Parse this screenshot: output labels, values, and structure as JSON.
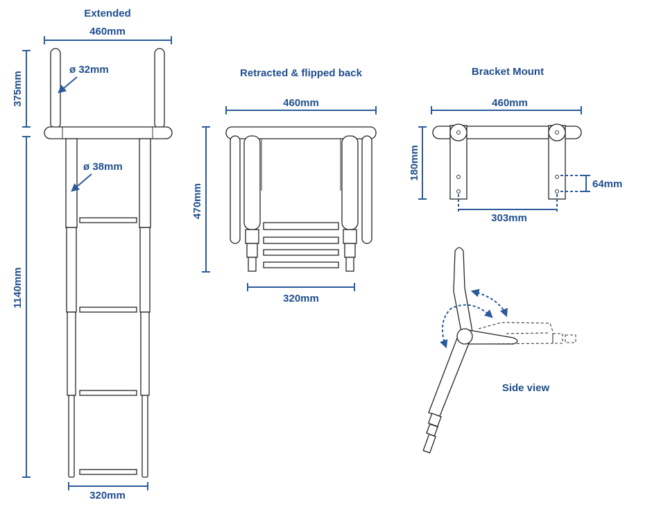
{
  "colors": {
    "accent": "#1f4e8c",
    "line": "#222222",
    "background": "#ffffff"
  },
  "extended": {
    "title": "Extended",
    "width_label": "460mm",
    "upper_height_label": "375mm",
    "lower_height_label": "1140mm",
    "bottom_width_label": "320mm",
    "upper_tube_label": "ø 32mm",
    "lower_tube_label": "ø 38mm"
  },
  "retracted": {
    "title": "Retracted & flipped back",
    "width_label": "460mm",
    "height_label": "470mm",
    "bottom_width_label": "320mm"
  },
  "bracket": {
    "title": "Bracket Mount",
    "width_label": "460mm",
    "height_label": "180mm",
    "hole_spacing_label": "64mm",
    "bracket_spacing_label": "303mm"
  },
  "side_view": {
    "title": "Side view"
  }
}
